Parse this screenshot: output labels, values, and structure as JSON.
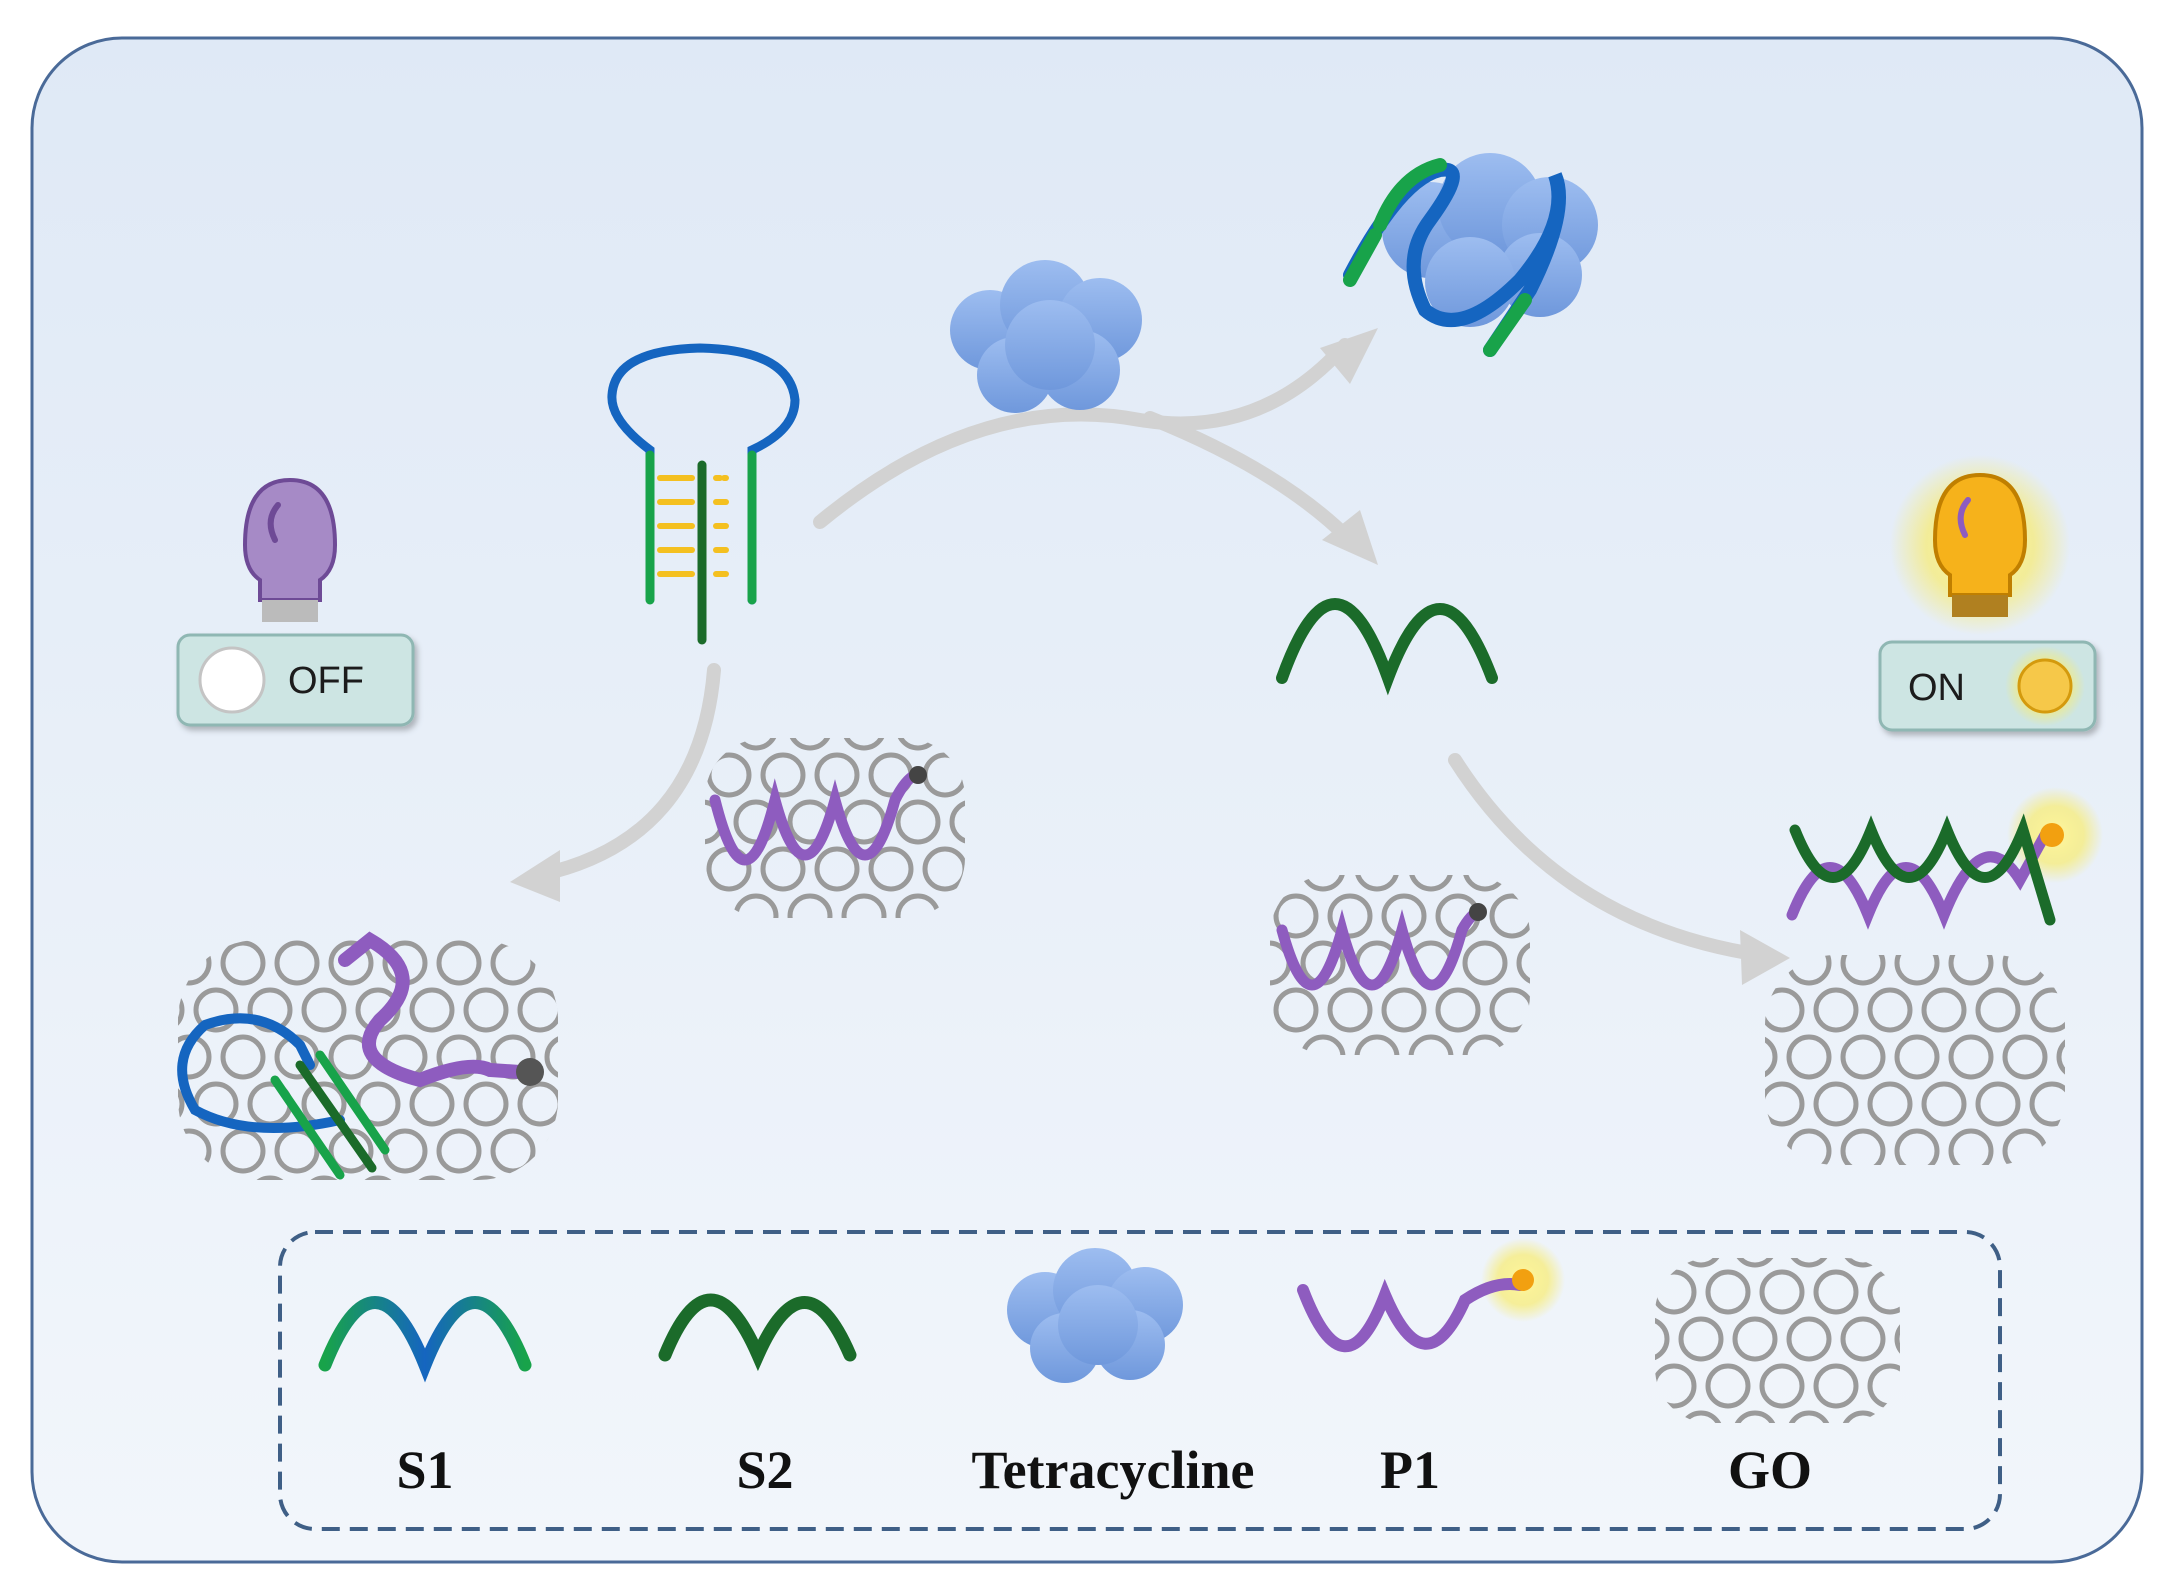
{
  "switches": {
    "off_label": "OFF",
    "on_label": "ON"
  },
  "legend": {
    "s1": "S1",
    "s2": "S2",
    "tetracycline": "Tetracycline",
    "p1": "P1",
    "go": "GO"
  },
  "colors": {
    "background": "#e6eef8",
    "frame": "#4a6a98",
    "blue_strand": "#1565c0",
    "green_strand": "#1aa44a",
    "dark_green_strand": "#1b6b2a",
    "purple_strand": "#8e5cbf",
    "base_pair": "#f4c020",
    "tetracycline": "#7fa6e6",
    "arrow": "#d2d2d2",
    "graphene": "#9a9a9a",
    "bulb_off": "#a68ac6",
    "bulb_on": "#f6b21b"
  }
}
